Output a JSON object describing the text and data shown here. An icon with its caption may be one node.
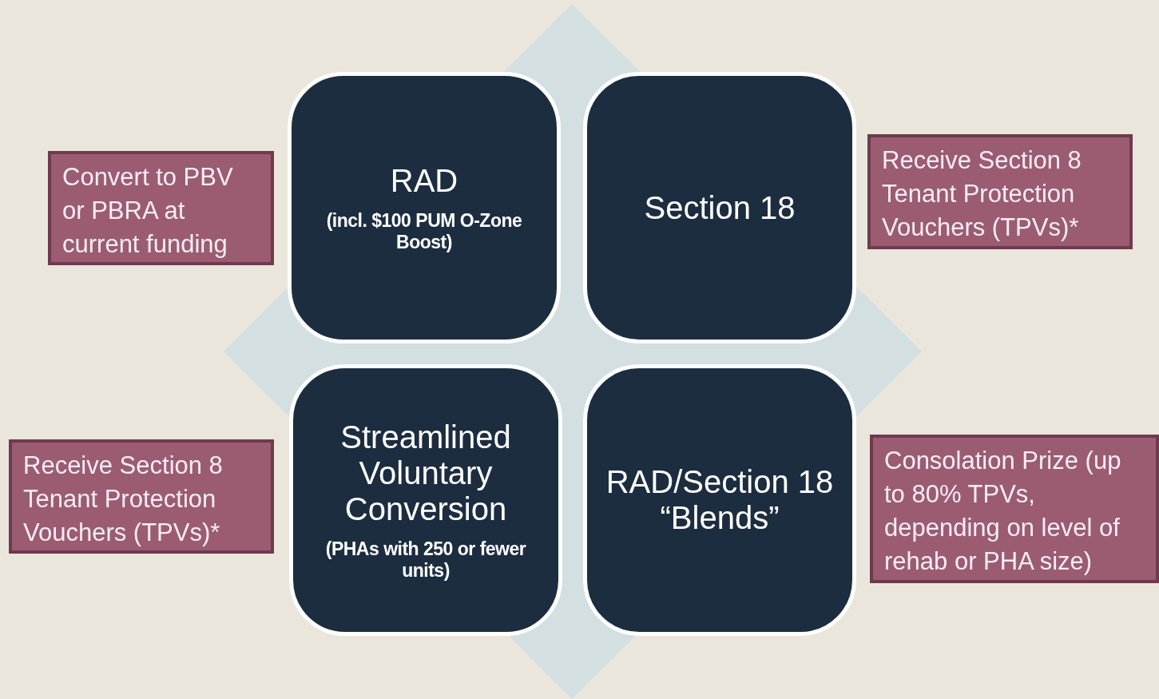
{
  "diagram": {
    "nodes": [
      {
        "text": [
          "Convert to PBV or PBRA at current funding"
        ]
      },
      {
        "text": [
          "RAD",
          "(incl. $100 PUM O-Zone Boost)"
        ]
      },
      {
        "text": [
          "Section 18"
        ]
      },
      {
        "text": [
          "Receive Section 8 Tenant Protection Vouchers (TPVs)*"
        ]
      },
      {
        "text": [
          "Receive Section 8 Tenant Protection Vouchers (TPVs)*"
        ]
      },
      {
        "text": [
          "Streamlined Voluntary Conversion",
          "(PHAs with 250 or fewer units)"
        ]
      },
      {
        "text": [
          "RAD/Section 18 “Blends”"
        ]
      },
      {
        "text": [
          "Consolation Prize (up to 80% TPVs, depending on level of rehab or PHA size)"
        ]
      }
    ],
    "edges": []
  }
}
